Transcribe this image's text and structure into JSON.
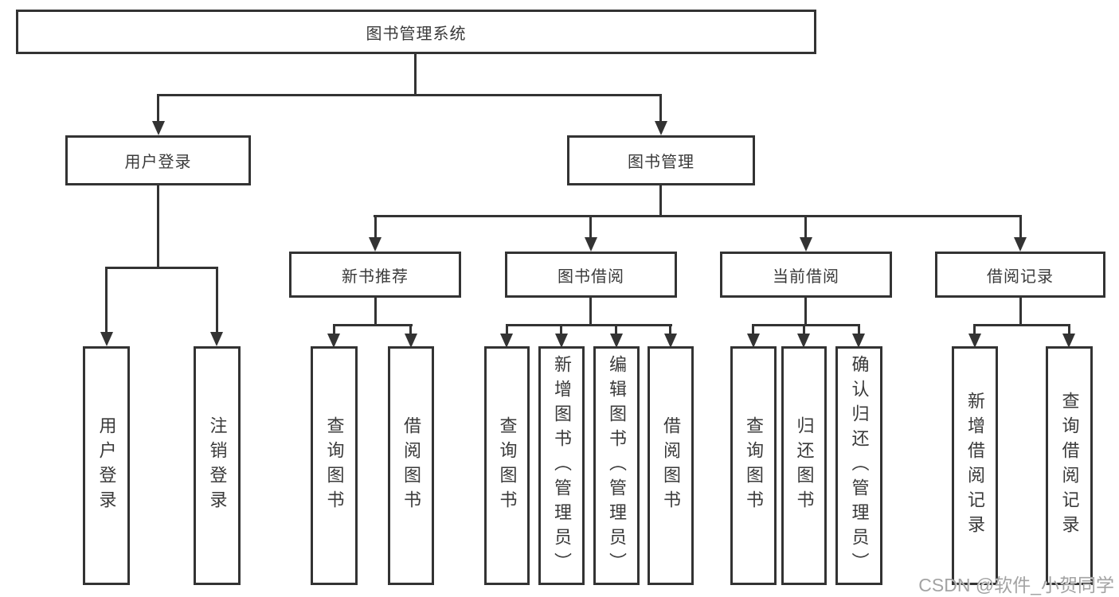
{
  "diagram": {
    "root": {
      "label": "图书管理系统"
    },
    "level2": [
      {
        "label": "用户登录",
        "children": [
          "用户登录",
          "注销登录"
        ]
      },
      {
        "label": "图书管理"
      }
    ],
    "modules": [
      {
        "label": "新书推荐",
        "children": [
          "查询图书",
          "借阅图书"
        ]
      },
      {
        "label": "图书借阅",
        "children": [
          "查询图书",
          "新增图书（管理员）",
          "编辑图书（管理员）",
          "借阅图书"
        ]
      },
      {
        "label": "当前借阅",
        "children": [
          "查询图书",
          "归还图书",
          "确认归还（管理员）"
        ]
      },
      {
        "label": "借阅记录",
        "children": [
          "新增借阅记录",
          "查询借阅记录"
        ]
      }
    ]
  },
  "watermark": {
    "text": "CSDN @软件_小贺同学"
  },
  "colors": {
    "line": "#333333",
    "text": "#3a3a3a",
    "background": "#ffffff",
    "watermark": "#a3a3a3"
  }
}
